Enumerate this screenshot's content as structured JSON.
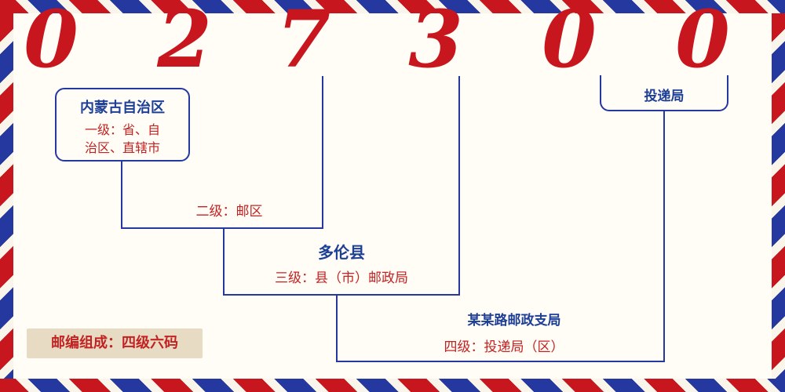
{
  "postal_code": {
    "digits": [
      "0",
      "2",
      "7",
      "3",
      "0",
      "0"
    ]
  },
  "level1": {
    "region": "内蒙古自治区",
    "label": "一级：省、自\n治区、直辖市"
  },
  "level2": {
    "label": "二级：邮区"
  },
  "level3": {
    "name": "多伦县",
    "label": "三级：县（市）邮政局"
  },
  "level4": {
    "delivery_office": "投递局",
    "branch_name": "某某路邮政支局",
    "label": "四级：投递局（区）"
  },
  "footer": {
    "composition_note": "邮编组成：四级六码"
  },
  "colors": {
    "digit_red": "#c8161e",
    "label_red": "#c32222",
    "line_blue": "#2438a0",
    "text_blue": "#1e3f96",
    "badge_beige": "#e7dcc3",
    "background": "#fffdf6"
  }
}
